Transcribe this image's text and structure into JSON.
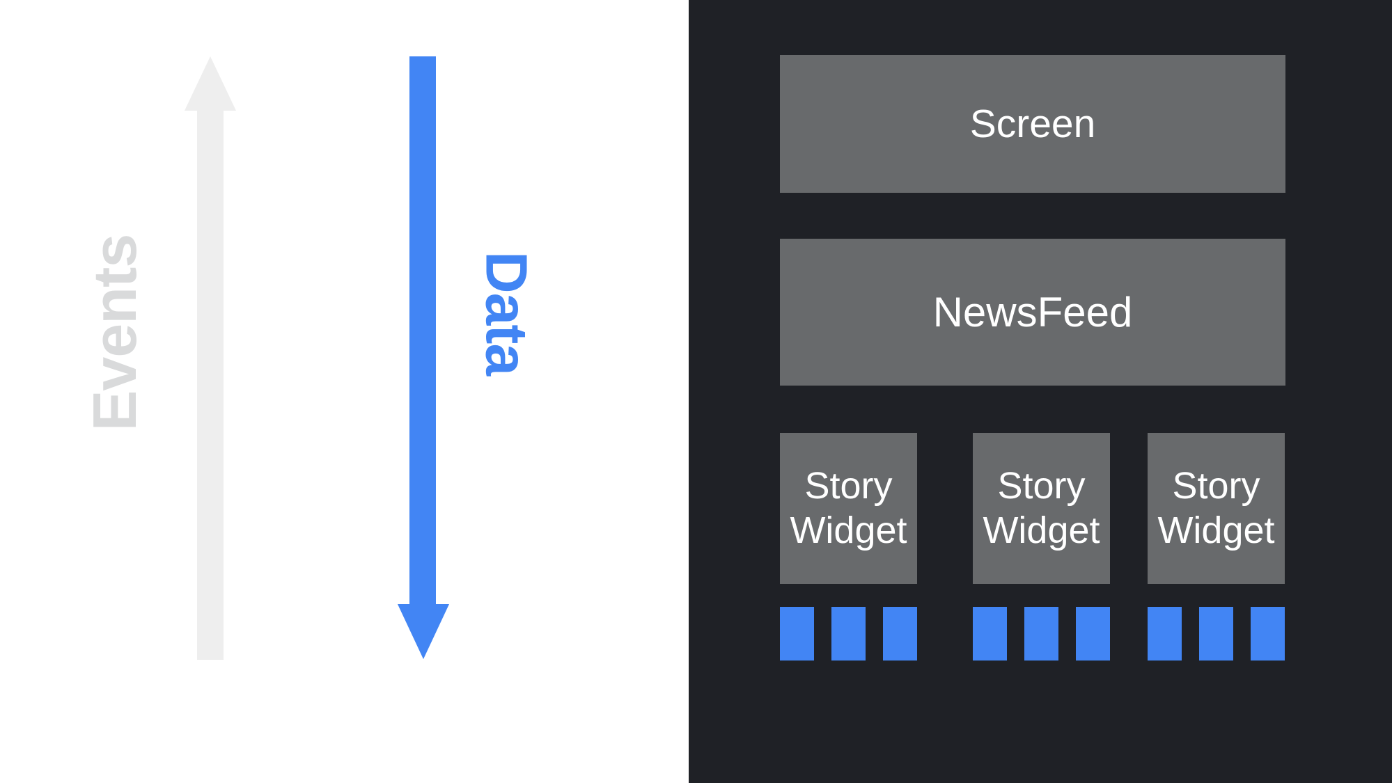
{
  "colors": {
    "page-bg": "#ffffff",
    "panel-bg": "#1f2126",
    "box-gray": "#686a6c",
    "box-text": "#ffffff",
    "arrow-gray": "#eeeeee",
    "events-text-gray": "#d9dadb",
    "accent-blue": "#4285f4"
  },
  "left_panel": {
    "events_label": "Events",
    "data_label": "Data",
    "events_arrow_direction": "up",
    "data_arrow_direction": "down"
  },
  "widget_tree": {
    "screen_label": "Screen",
    "newsfeed_label": "NewsFeed",
    "story_widgets": [
      {
        "label": "Story Widget"
      },
      {
        "label": "Story Widget"
      },
      {
        "label": "Story Widget"
      }
    ],
    "data_squares_per_widget": 3
  }
}
